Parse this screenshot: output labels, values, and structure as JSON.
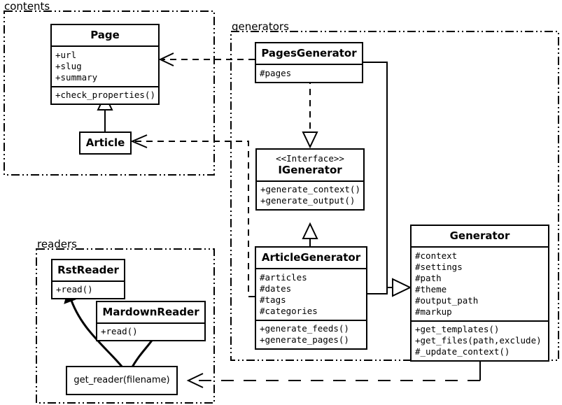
{
  "diagram": {
    "kind": "uml-class-diagram",
    "stroke_color": "#000000",
    "background_color": "#ffffff"
  },
  "packages": [
    {
      "id": "contents",
      "label": "contents"
    },
    {
      "id": "generators",
      "label": "generators"
    },
    {
      "id": "readers",
      "label": "readers"
    }
  ],
  "classes": {
    "page": {
      "name": "Page",
      "attributes": [
        "+url",
        "+slug",
        "+summary"
      ],
      "methods": [
        "+check_properties()"
      ]
    },
    "article": {
      "name": "Article",
      "attributes": [],
      "methods": []
    },
    "pages_generator": {
      "name": "PagesGenerator",
      "attributes": [
        "#pages"
      ],
      "methods": []
    },
    "igenerator": {
      "stereotype": "<<Interface>>",
      "name": "IGenerator",
      "attributes": [],
      "methods": [
        "+generate_context()",
        "+generate_output()"
      ]
    },
    "article_generator": {
      "name": "ArticleGenerator",
      "attributes": [
        "#articles",
        "#dates",
        "#tags",
        "#categories"
      ],
      "methods": [
        "+generate_feeds()",
        "+generate_pages()"
      ]
    },
    "generator": {
      "name": "Generator",
      "attributes": [
        "#context",
        "#settings",
        "#path",
        "#theme",
        "#output_path",
        "#markup"
      ],
      "methods": [
        "+get_templates()",
        "+get_files(path,exclude)",
        "#_update_context()"
      ]
    },
    "rst_reader": {
      "name": "RstReader",
      "attributes": [],
      "methods": [
        "+read()"
      ]
    },
    "mardown_reader": {
      "name": "MardownReader",
      "attributes": [],
      "methods": [
        "+read()"
      ]
    },
    "get_reader": {
      "name": "get_reader(filename)",
      "attributes": [],
      "methods": []
    }
  },
  "relationships": [
    {
      "name": "pagesgenerator-depends-page",
      "from": "pages_generator",
      "to": "page",
      "type": "dependency",
      "style": "dashed",
      "arrow": "open"
    },
    {
      "name": "articlegenerator-depends-article",
      "from": "article_generator",
      "to": "article",
      "type": "dependency",
      "style": "dashed",
      "arrow": "open"
    },
    {
      "name": "article-inherits-page",
      "from": "article",
      "to": "page",
      "type": "generalization",
      "style": "solid",
      "arrow": "hollow-triangle"
    },
    {
      "name": "pagesgenerator-realizes-igenerator",
      "from": "pages_generator",
      "to": "igenerator",
      "type": "realization",
      "style": "dashed",
      "arrow": "hollow-triangle"
    },
    {
      "name": "articlegenerator-realizes-igenerator",
      "from": "article_generator",
      "to": "igenerator",
      "type": "generalization",
      "style": "solid",
      "arrow": "hollow-triangle"
    },
    {
      "name": "pagesgenerator-inherits-generator",
      "from": "pages_generator",
      "to": "generator",
      "type": "generalization",
      "style": "solid",
      "arrow": "hollow-triangle"
    },
    {
      "name": "articlegenerator-inherits-generator",
      "from": "article_generator",
      "to": "generator",
      "type": "generalization",
      "style": "solid",
      "arrow": "hollow-triangle"
    },
    {
      "name": "generator-depends-getreader",
      "from": "generator",
      "to": "get_reader",
      "type": "dependency",
      "style": "dashed",
      "arrow": "open"
    },
    {
      "name": "getreader-creates-rstreader",
      "from": "get_reader",
      "to": "rst_reader",
      "type": "create",
      "style": "curved",
      "arrow": "filled"
    },
    {
      "name": "getreader-creates-mardownreader",
      "from": "get_reader",
      "to": "mardown_reader",
      "type": "create",
      "style": "curved",
      "arrow": "filled"
    }
  ]
}
